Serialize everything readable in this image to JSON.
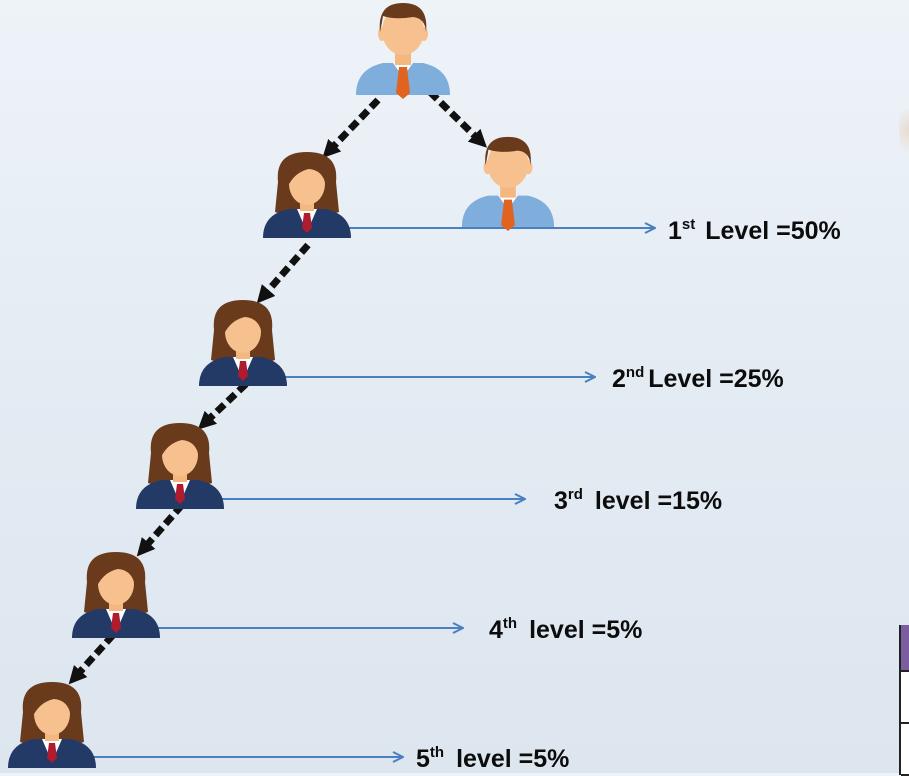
{
  "title": "",
  "colors": {
    "connector": "#4a7fc0",
    "arrow": "#111111",
    "man_shirt": "#7faedc",
    "man_tie": "#e0631f",
    "woman_suit": "#233a66",
    "woman_tie": "#b01b2e",
    "hair": "#6a3a1c",
    "skin": "#f6c18e",
    "table_header": "#7a5ea0"
  },
  "nodes": {
    "root": {
      "icon": "man-icon"
    },
    "sibling": {
      "icon": "man-icon"
    },
    "levels": [
      {
        "icon": "woman-icon",
        "num": "1",
        "ordinal": "st",
        "label": "Level =50%"
      },
      {
        "icon": "woman-icon",
        "num": "2",
        "ordinal": "nd",
        "label": "Level =25%"
      },
      {
        "icon": "woman-icon",
        "num": "3",
        "ordinal": "rd",
        "label": "level =15%"
      },
      {
        "icon": "woman-icon",
        "num": "4",
        "ordinal": "th",
        "label": "level =5%"
      },
      {
        "icon": "woman-icon",
        "num": "5",
        "ordinal": "th",
        "label": "level =5%"
      }
    ]
  }
}
